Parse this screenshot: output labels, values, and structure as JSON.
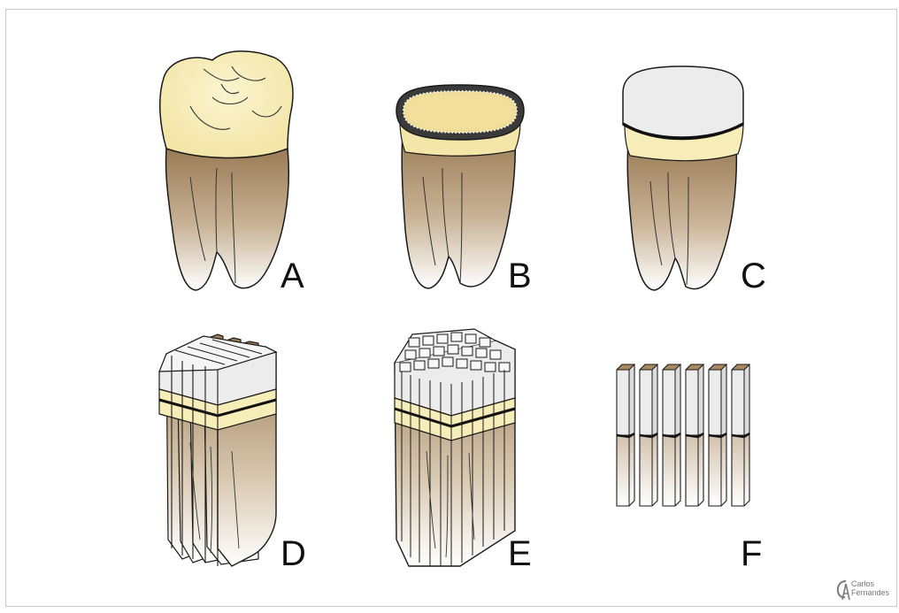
{
  "panels": {
    "a": "A",
    "b": "B",
    "c": "C",
    "d": "D",
    "e": "E",
    "f": "F"
  },
  "watermark": {
    "line1": "Carlos",
    "line2": "Fernandes"
  },
  "colors": {
    "enamel": "#f7edb8",
    "dentin_top": "#9a7b55",
    "root_bottom": "#ffffff",
    "resin": "#ececec",
    "outline": "#1a1a1a"
  }
}
